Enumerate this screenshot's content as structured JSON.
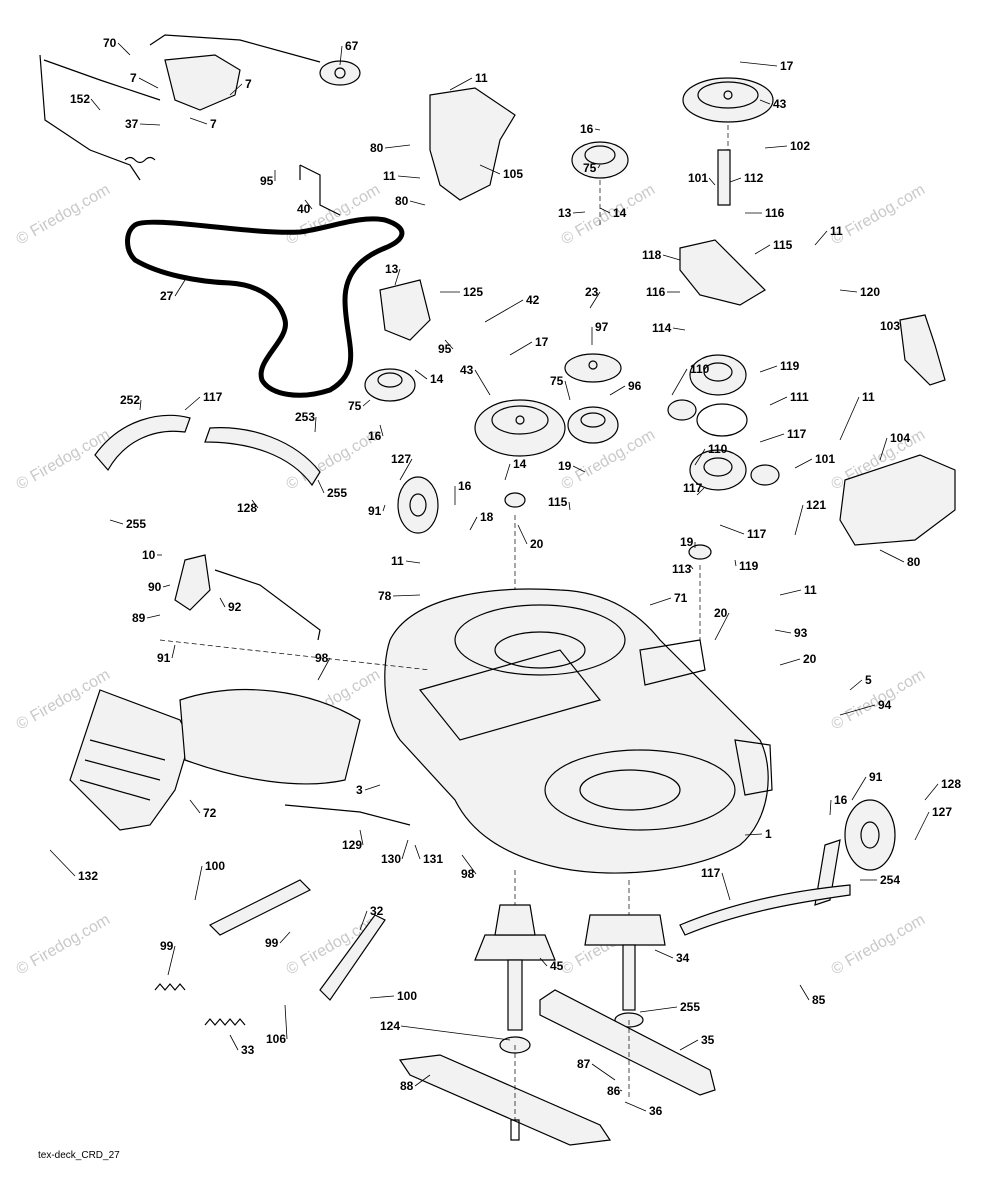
{
  "diagram": {
    "footer_code": "tex-deck_CRD_27",
    "watermark_text": "© Firedog.com",
    "callouts": [
      "70",
      "67",
      "7",
      "7",
      "152",
      "37",
      "7",
      "11",
      "80",
      "105",
      "11",
      "95",
      "40",
      "80",
      "17",
      "43",
      "16",
      "102",
      "75",
      "101",
      "112",
      "13",
      "14",
      "116",
      "11",
      "118",
      "115",
      "116",
      "120",
      "27",
      "13",
      "125",
      "42",
      "95",
      "14",
      "75",
      "16",
      "23",
      "97",
      "17",
      "96",
      "43",
      "75",
      "114",
      "103",
      "119",
      "110",
      "111",
      "11",
      "104",
      "117",
      "252",
      "117",
      "253",
      "255",
      "255",
      "128",
      "127",
      "91",
      "16",
      "18",
      "14",
      "19",
      "20",
      "115",
      "117",
      "119",
      "110",
      "101",
      "121",
      "19",
      "113",
      "117",
      "80",
      "10",
      "90",
      "89",
      "91",
      "92",
      "11",
      "78",
      "71",
      "11",
      "93",
      "20",
      "20",
      "98",
      "5",
      "94",
      "72",
      "3",
      "132",
      "129",
      "130",
      "131",
      "98",
      "1",
      "16",
      "91",
      "128",
      "127",
      "117",
      "254",
      "100",
      "99",
      "32",
      "99",
      "106",
      "100",
      "33",
      "45",
      "34",
      "124",
      "255",
      "85",
      "35",
      "88",
      "87",
      "86",
      "36"
    ]
  }
}
